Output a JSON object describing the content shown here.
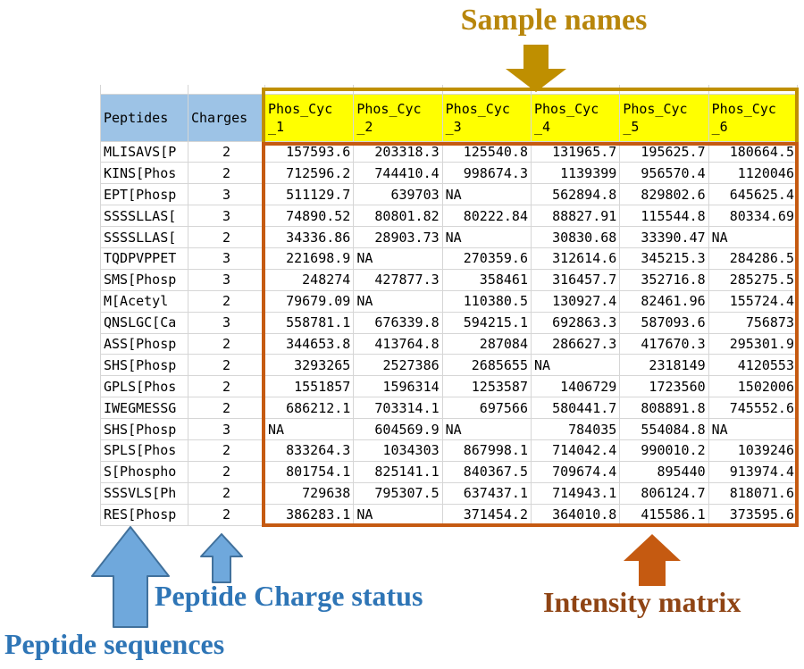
{
  "annotations": {
    "sample_names": "Sample names",
    "peptide_sequences": "Peptide sequences",
    "peptide_charge_status": "Peptide Charge status",
    "intensity_matrix": "Intensity matrix"
  },
  "colors": {
    "header_blue": "#9DC3E6",
    "header_yellow": "#FFFF00",
    "sample_accent": "#BF8F00",
    "sample_text": "#B8860B",
    "intensity_accent": "#C55A11",
    "intensity_text": "#8F4414",
    "blue_text": "#2E75B6",
    "blue_arrow_fill": "#6FA8DC",
    "blue_arrow_stroke": "#41719C",
    "grid_line": "#D6D6D6"
  },
  "table": {
    "peptide_header": "Peptides",
    "charge_header": "Charges",
    "sample_headers": [
      {
        "line1": "Phos_Cyc",
        "line2": "_1"
      },
      {
        "line1": "Phos_Cyc",
        "line2": "_2"
      },
      {
        "line1": "Phos_Cyc",
        "line2": "_3"
      },
      {
        "line1": "Phos_Cyc",
        "line2": "_4"
      },
      {
        "line1": "Phos_Cyc",
        "line2": "_5"
      },
      {
        "line1": "Phos_Cyc",
        "line2": "_6"
      }
    ],
    "rows": [
      {
        "peptide": "MLISAVS[P",
        "charge": "2",
        "values": [
          "157593.6",
          "203318.3",
          "125540.8",
          "131965.7",
          "195625.7",
          "180664.5"
        ]
      },
      {
        "peptide": "KINS[Phos",
        "charge": "2",
        "values": [
          "712596.2",
          "744410.4",
          "998674.3",
          "1139399",
          "956570.4",
          "1120046"
        ]
      },
      {
        "peptide": "EPT[Phosp",
        "charge": "3",
        "values": [
          "511129.7",
          "639703",
          "NA",
          "562894.8",
          "829802.6",
          "645625.4"
        ]
      },
      {
        "peptide": "SSSSLLAS[",
        "charge": "3",
        "values": [
          "74890.52",
          "80801.82",
          "80222.84",
          "88827.91",
          "115544.8",
          "80334.69"
        ]
      },
      {
        "peptide": "SSSSLLAS[",
        "charge": "2",
        "values": [
          "34336.86",
          "28903.73",
          "NA",
          "30830.68",
          "33390.47",
          "NA"
        ]
      },
      {
        "peptide": "TQDPVPPET",
        "charge": "3",
        "values": [
          "221698.9",
          "NA",
          "270359.6",
          "312614.6",
          "345215.3",
          "284286.5"
        ]
      },
      {
        "peptide": "SMS[Phosp",
        "charge": "3",
        "values": [
          "248274",
          "427877.3",
          "358461",
          "316457.7",
          "352716.8",
          "285275.5"
        ]
      },
      {
        "peptide": "M[Acetyl",
        "charge": "2",
        "values": [
          "79679.09",
          "NA",
          "110380.5",
          "130927.4",
          "82461.96",
          "155724.4"
        ]
      },
      {
        "peptide": "QNSLGC[Ca",
        "charge": "3",
        "values": [
          "558781.1",
          "676339.8",
          "594215.1",
          "692863.3",
          "587093.6",
          "756873"
        ]
      },
      {
        "peptide": "ASS[Phosp",
        "charge": "2",
        "values": [
          "344653.8",
          "413764.8",
          "287084",
          "286627.3",
          "417670.3",
          "295301.9"
        ]
      },
      {
        "peptide": "SHS[Phosp",
        "charge": "2",
        "values": [
          "3293265",
          "2527386",
          "2685655",
          "NA",
          "2318149",
          "4120553"
        ]
      },
      {
        "peptide": "GPLS[Phos",
        "charge": "2",
        "values": [
          "1551857",
          "1596314",
          "1253587",
          "1406729",
          "1723560",
          "1502006"
        ]
      },
      {
        "peptide": "IWEGMESSG",
        "charge": "2",
        "values": [
          "686212.1",
          "703314.1",
          "697566",
          "580441.7",
          "808891.8",
          "745552.6"
        ]
      },
      {
        "peptide": "SHS[Phosp",
        "charge": "3",
        "values": [
          "NA",
          "604569.9",
          "NA",
          "784035",
          "554084.8",
          "NA"
        ]
      },
      {
        "peptide": "SPLS[Phos",
        "charge": "2",
        "values": [
          "833264.3",
          "1034303",
          "867998.1",
          "714042.4",
          "990010.2",
          "1039246"
        ]
      },
      {
        "peptide": "S[Phospho",
        "charge": "2",
        "values": [
          "801754.1",
          "825141.1",
          "840367.5",
          "709674.4",
          "895440",
          "913974.4"
        ]
      },
      {
        "peptide": "SSSVLS[Ph",
        "charge": "2",
        "values": [
          "729638",
          "795307.5",
          "637437.1",
          "714943.1",
          "806124.7",
          "818071.6"
        ]
      },
      {
        "peptide": "RES[Phosp",
        "charge": "2",
        "values": [
          "386283.1",
          "NA",
          "371454.2",
          "364010.8",
          "415586.1",
          "373595.6"
        ]
      }
    ]
  }
}
